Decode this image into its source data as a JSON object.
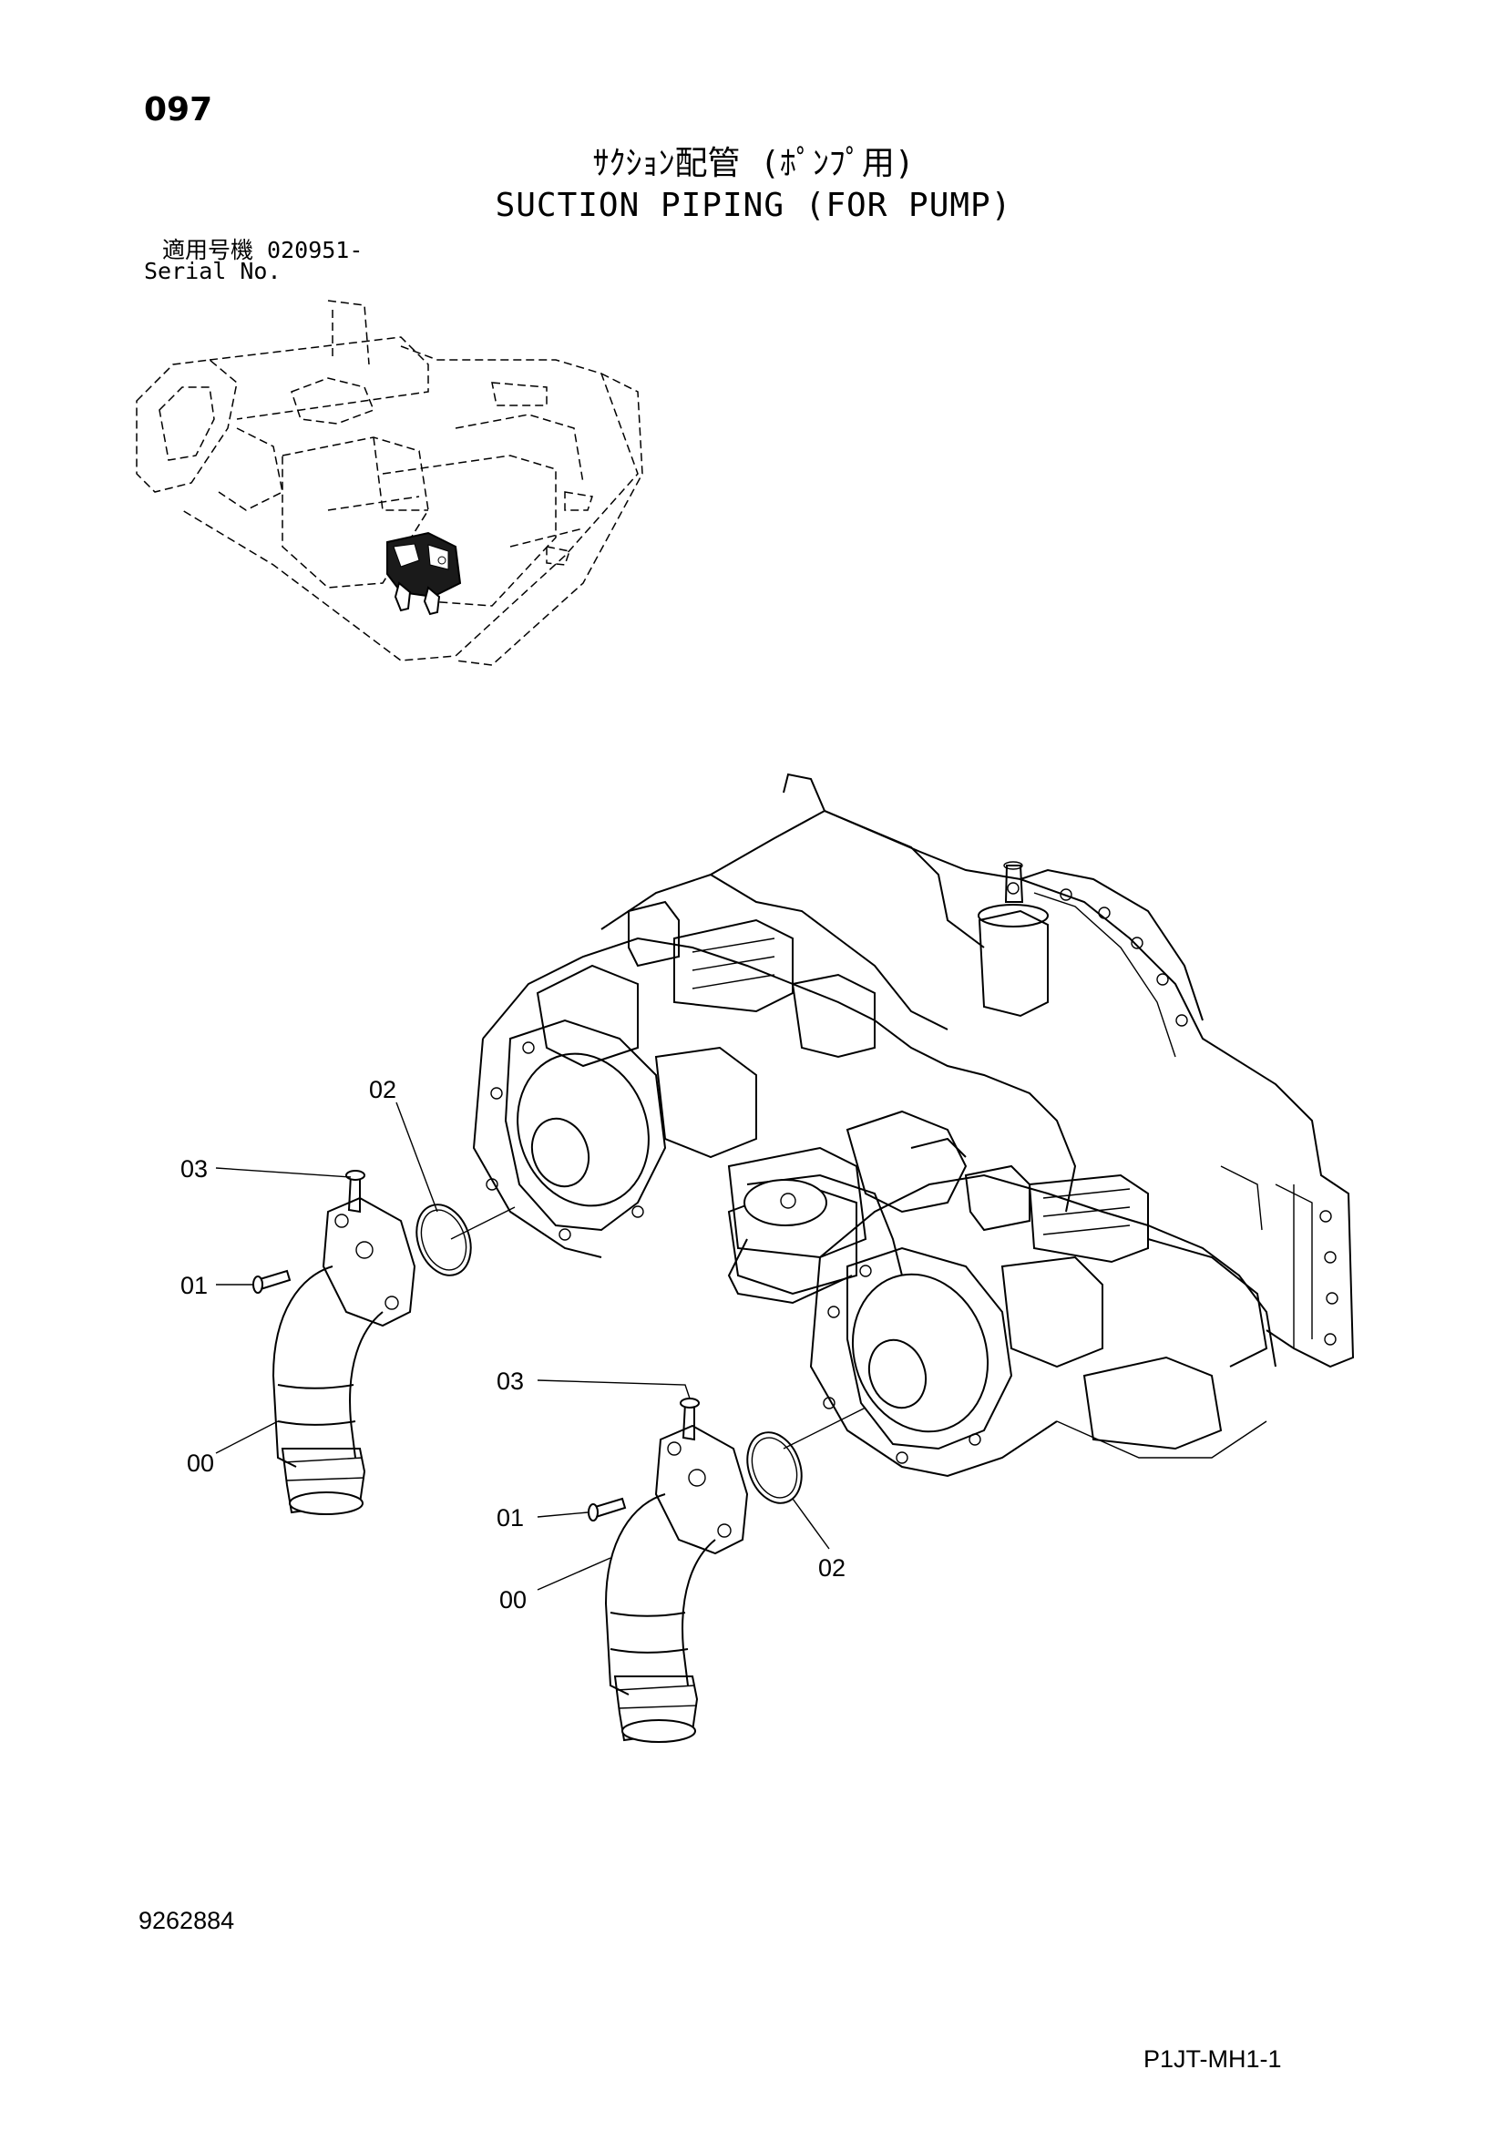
{
  "header": {
    "page_number": "097",
    "title_jp": "ｻｸｼｮﾝ配管 (ﾎﾟﾝﾌﾟ用)",
    "title_en": "SUCTION PIPING (FOR PUMP)",
    "serial_jp": "適用号機  020951-",
    "serial_label": "Serial No."
  },
  "callouts": {
    "left_02": "02",
    "left_03": "03",
    "left_01": "01",
    "left_00": "00",
    "right_03": "03",
    "right_01": "01",
    "right_00": "00",
    "right_02": "02"
  },
  "footer": {
    "drawing_number": "9262884",
    "sheet_code": "P1JT-MH1-1"
  }
}
